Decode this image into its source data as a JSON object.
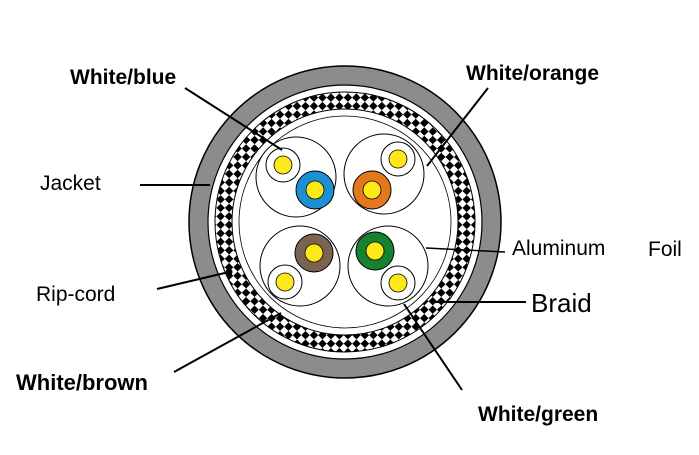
{
  "labels": {
    "white_blue": "White/blue",
    "white_orange": "White/orange",
    "jacket": "Jacket",
    "aluminum": "Aluminum",
    "foil": "Foil",
    "rip_cord": "Rip-cord",
    "braid": "Braid",
    "white_brown": "White/brown",
    "white_green": "White/green"
  },
  "colors": {
    "jacket": "#8c8c8c",
    "braid_dark": "#000000",
    "braid_light": "#ffffff",
    "conductor": "#ffe81a",
    "blue": "#1e8fd2",
    "orange": "#e5771e",
    "brown": "#7b6351",
    "green": "#14822e",
    "white_insulation": "#ffffff",
    "outline": "#000000"
  }
}
